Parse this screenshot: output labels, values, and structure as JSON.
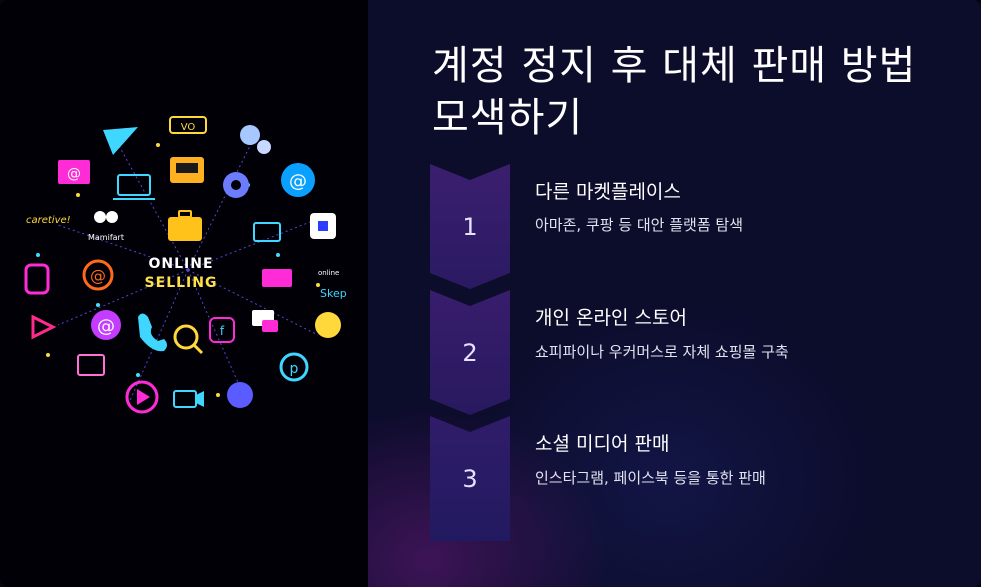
{
  "title": "계정 정지 후 대체 판매 방법 모색하기",
  "illustration": {
    "center_line1": "ONLINE",
    "center_line2": "SELLING",
    "word_caretive": "caretive!",
    "word_mamifart": "Mamifart",
    "word_online": "online",
    "word_skep": "Skep"
  },
  "steps": [
    {
      "number": "1",
      "title": "다른 마켓플레이스",
      "description": "아마존, 쿠팡 등 대안 플랫폼 탐색"
    },
    {
      "number": "2",
      "title": "개인 온라인 스토어",
      "description": "쇼피파이나 우커머스로 자체 쇼핑몰 구축"
    },
    {
      "number": "3",
      "title": "소셜 미디어 판매",
      "description": "인스타그램, 페이스북 등을 통한 판매"
    }
  ],
  "colors": {
    "chevron_fill": "#3a1e6e",
    "chevron_fill_dark": "#241a5e",
    "bg_right": "#0c0c2b"
  }
}
